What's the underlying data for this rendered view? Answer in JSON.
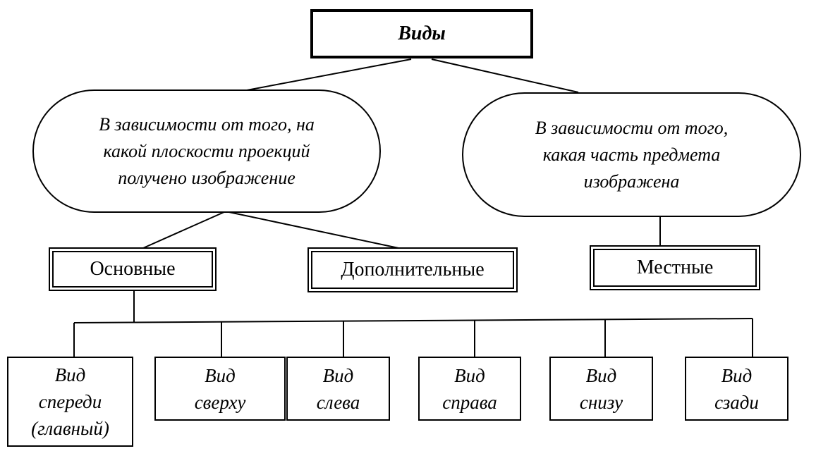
{
  "root": {
    "label": "Виды"
  },
  "criteria": [
    {
      "lines": [
        "В зависимости от того, на",
        "какой плоскости проекций",
        "получено изображение"
      ]
    },
    {
      "lines": [
        "В зависимости от того,",
        "какая часть предмета",
        "изображена"
      ]
    }
  ],
  "categories": [
    {
      "label": "Основные"
    },
    {
      "label": "Дополнительные"
    },
    {
      "label": "Местные"
    }
  ],
  "views": [
    {
      "lines": [
        "Вид",
        "спереди",
        "(главный)"
      ]
    },
    {
      "lines": [
        "Вид",
        "сверху"
      ]
    },
    {
      "lines": [
        "Вид",
        "слева"
      ]
    },
    {
      "lines": [
        "Вид",
        "справа"
      ]
    },
    {
      "lines": [
        "Вид",
        "снизу"
      ]
    },
    {
      "lines": [
        "Вид",
        "сзади"
      ]
    }
  ]
}
